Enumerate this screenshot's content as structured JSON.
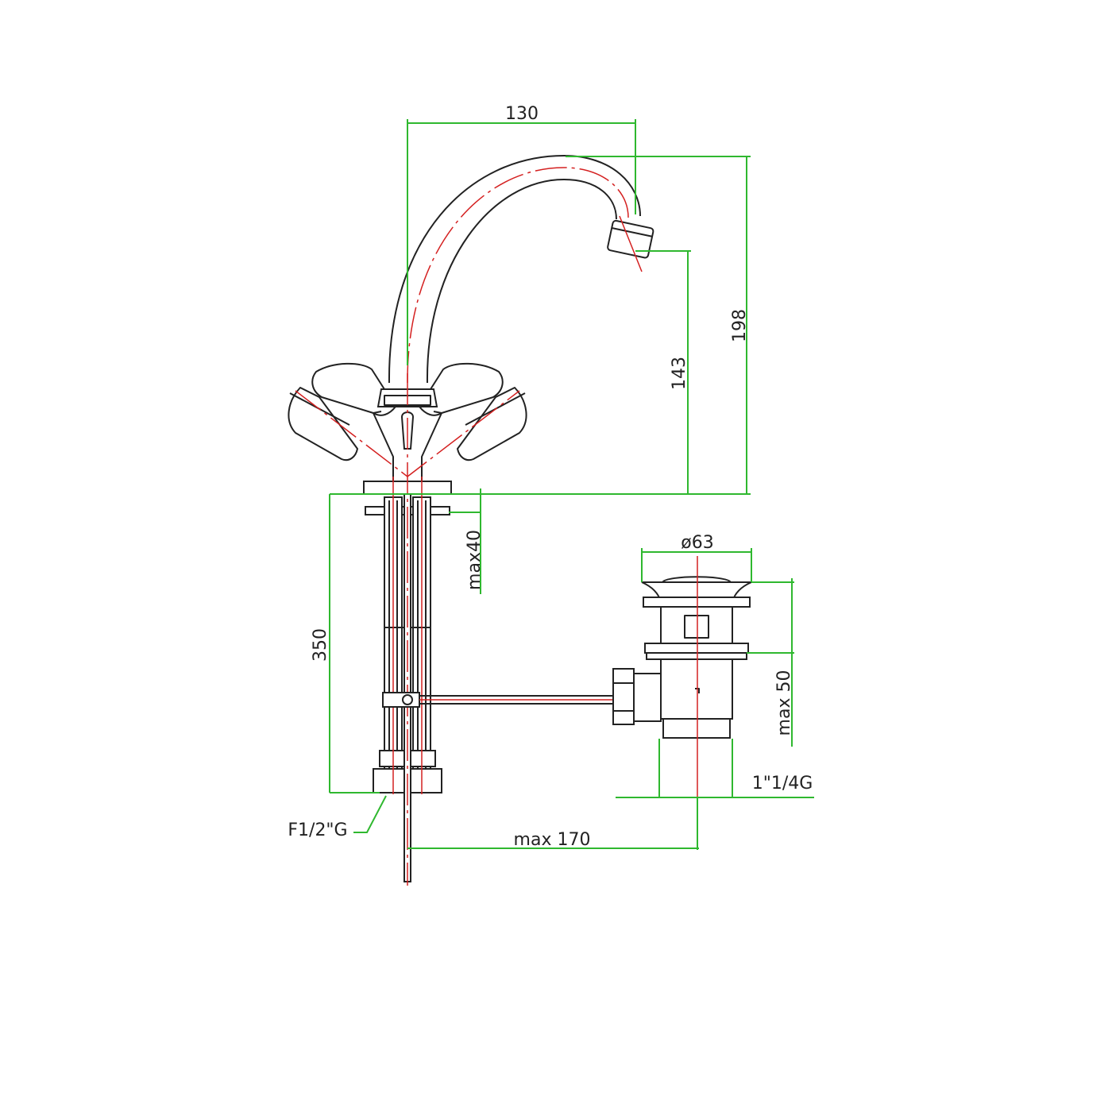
{
  "dimensions": {
    "spout_reach": "130",
    "total_height": "198",
    "spout_height": "143",
    "max_deck_thickness": "max40",
    "hose_length": "350",
    "drain_diameter": "ø63",
    "drain_max": "max 50",
    "drain_thread": "1\"1/4G",
    "hose_thread": "F1/2\"G",
    "rod_max": "max 170"
  },
  "colors": {
    "dimension": "#2fb82f",
    "centerline": "#d42020",
    "outline": "#222222"
  }
}
